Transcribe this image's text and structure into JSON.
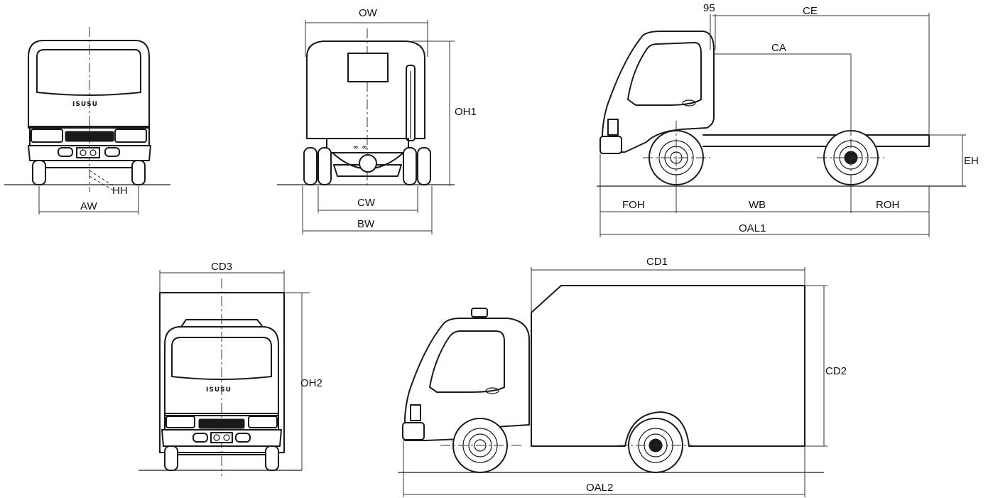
{
  "brand_text": "ISUSU",
  "dimensions": {
    "ow": "OW",
    "oh1": "OH1",
    "cw": "CW",
    "bw": "BW",
    "aw": "AW",
    "hh": "HH",
    "v95": "95",
    "ce": "CE",
    "ca": "CA",
    "eh": "EH",
    "foh": "FOH",
    "wb": "WB",
    "roh": "ROH",
    "oal1": "OAL1",
    "cd3": "CD3",
    "oh2": "OH2",
    "cd1": "CD1",
    "cd2": "CD2",
    "oal2": "OAL2"
  }
}
